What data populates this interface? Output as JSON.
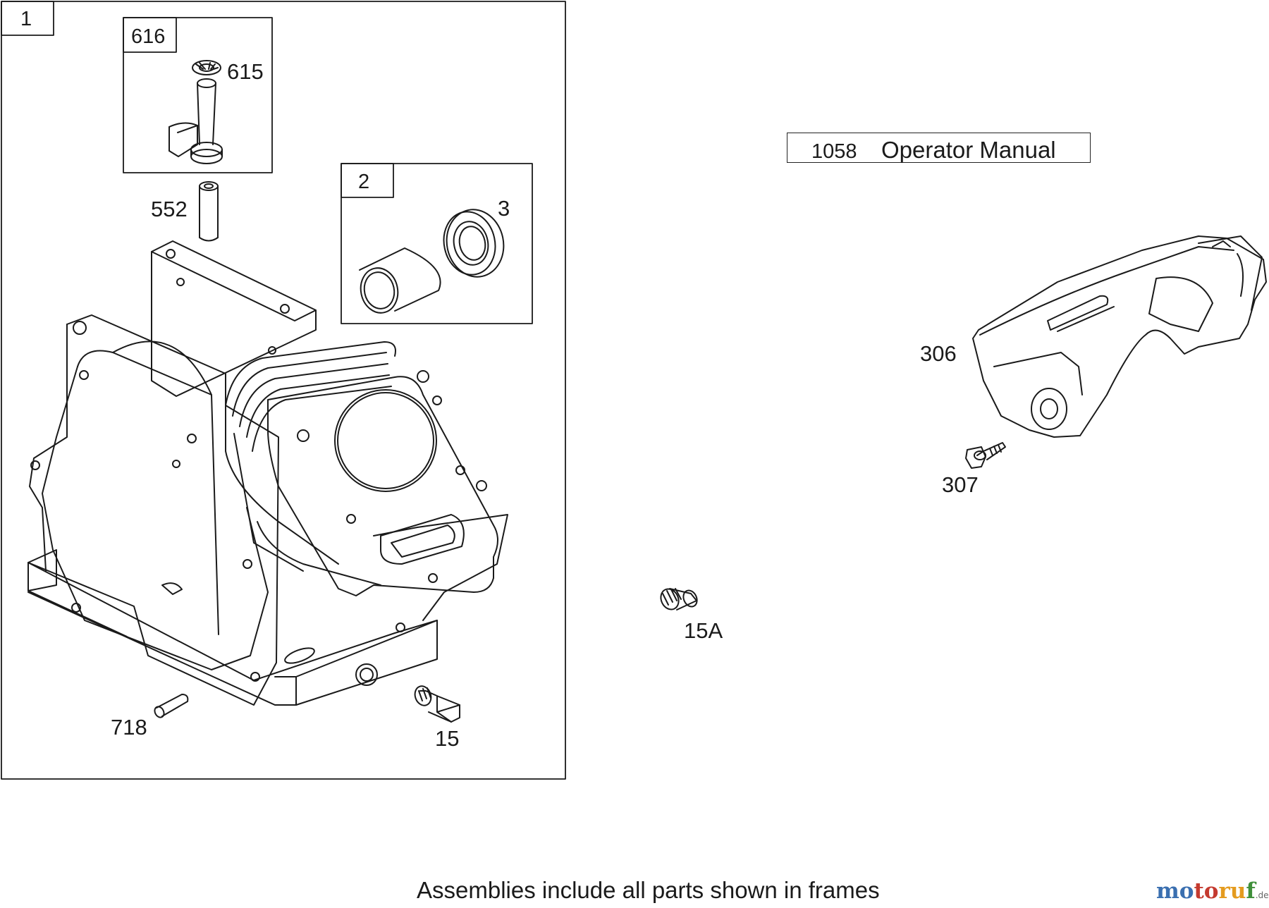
{
  "frames": {
    "main": "1",
    "rocker": "616",
    "seal_kit": "2"
  },
  "callouts": {
    "p615": "615",
    "p552": "552",
    "p3": "3",
    "p306": "306",
    "p307": "307",
    "p15a": "15A",
    "p718": "718",
    "p15": "15"
  },
  "manual": {
    "number": "1058",
    "title": "Operator Manual"
  },
  "footer": "Assemblies include all parts shown in frames",
  "watermark": {
    "parts": [
      "mo",
      "to",
      "ru",
      "f",
      "."
    ],
    "tld": "de"
  }
}
